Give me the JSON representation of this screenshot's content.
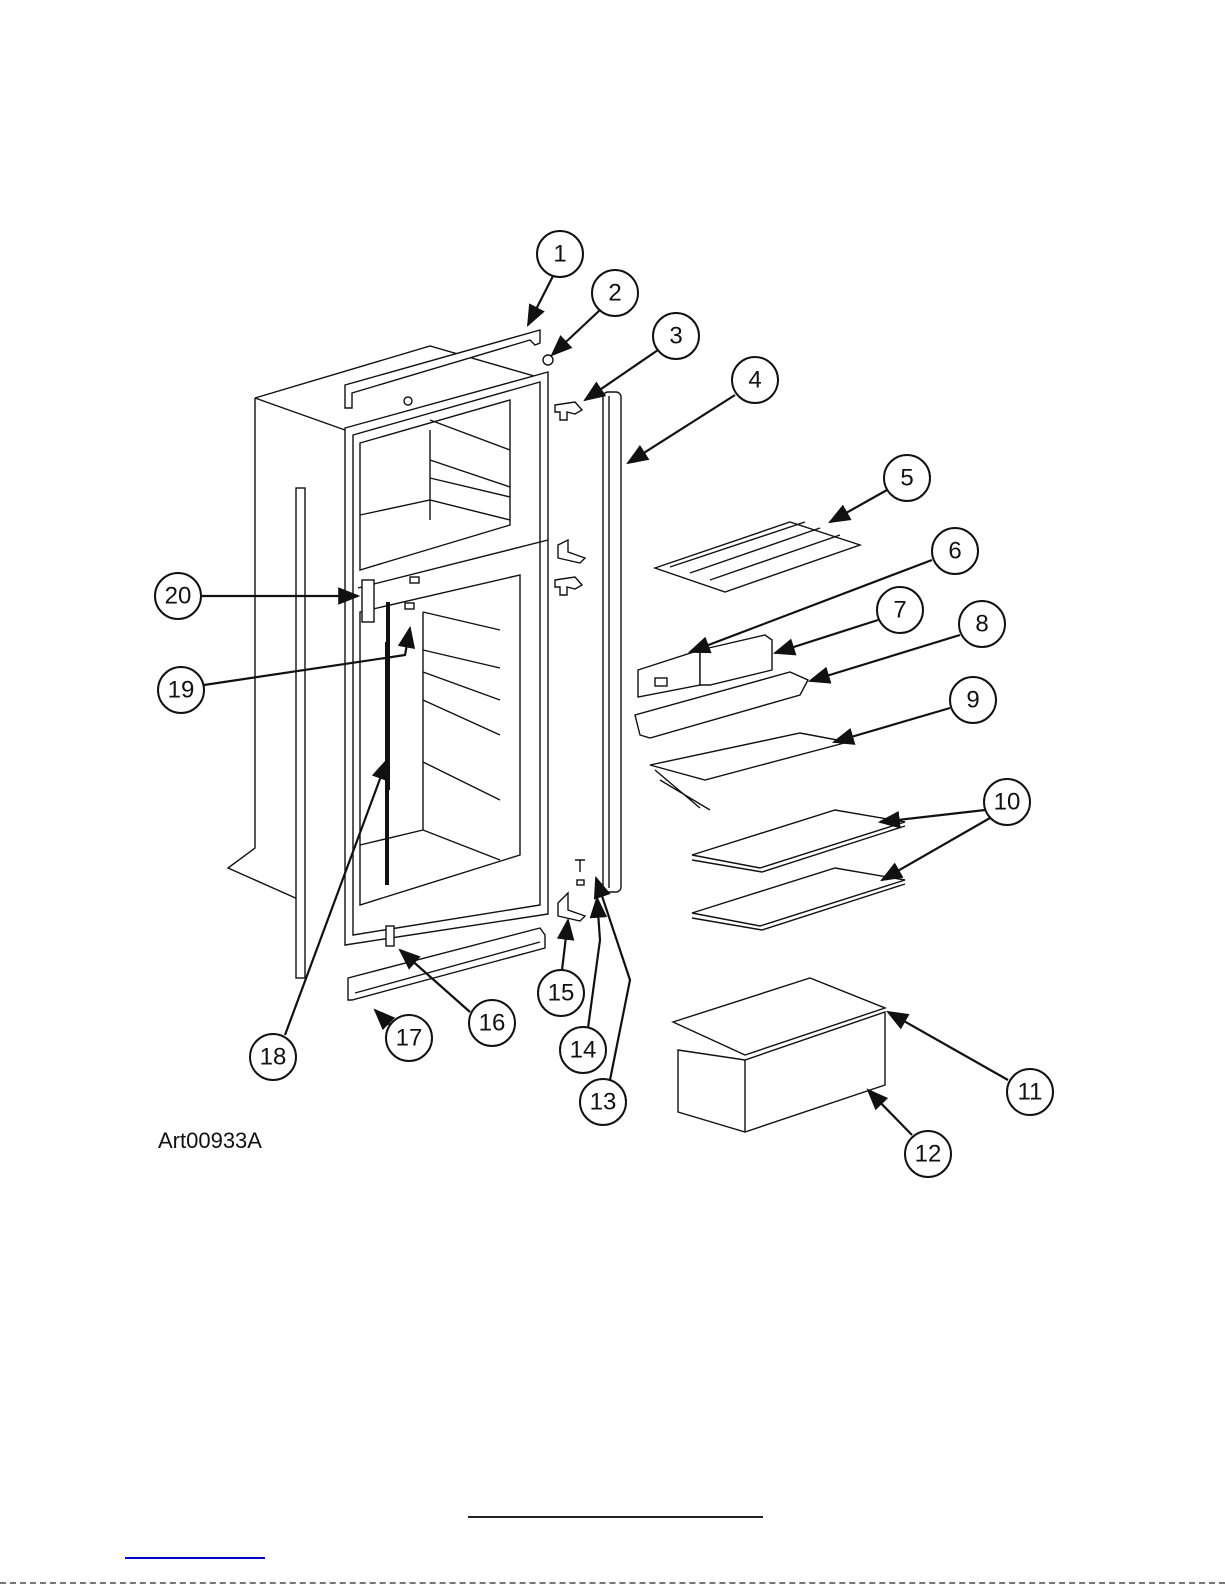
{
  "diagram": {
    "title": "Refrigerator exploded parts view",
    "art_number": "Art00933A",
    "callouts": [
      "1",
      "2",
      "3",
      "4",
      "5",
      "6",
      "7",
      "8",
      "9",
      "10",
      "11",
      "12",
      "13",
      "14",
      "15",
      "16",
      "17",
      "18",
      "19",
      "20"
    ],
    "colors": {
      "line": "#111111",
      "link": "#0000cc"
    }
  }
}
